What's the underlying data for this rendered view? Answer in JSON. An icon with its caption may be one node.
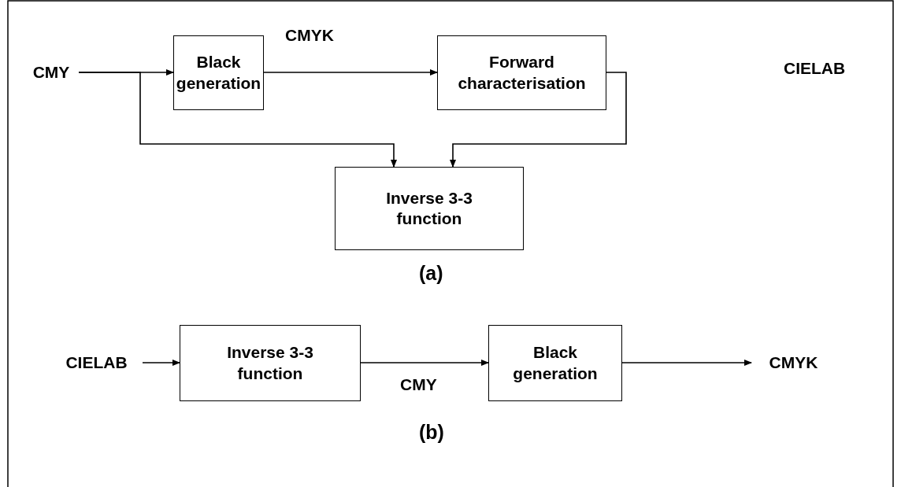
{
  "diagram": {
    "nodes": [
      {
        "text": [
          "CMY"
        ]
      },
      {
        "text": [
          "Black generation"
        ]
      },
      {
        "text": [
          "Forward characterisation"
        ]
      },
      {
        "text": [
          "Inverse 3-3 function"
        ]
      },
      {
        "text": [
          "CIELAB"
        ]
      },
      {
        "text": [
          "Inverse 3-3 function"
        ]
      },
      {
        "text": [
          "Black generation"
        ]
      },
      {
        "text": [
          "CMYK"
        ]
      }
    ],
    "edges": [
      {
        "from": 0,
        "to": 1,
        "arrow": "to"
      },
      {
        "from": 1,
        "to": 2,
        "arrow": "to",
        "label": "CMYK"
      },
      {
        "from": 0,
        "to": 3,
        "arrow": "to"
      },
      {
        "from": 2,
        "to": 3,
        "arrow": "to"
      },
      {
        "from": 4,
        "to": 5,
        "arrow": "to"
      },
      {
        "from": 5,
        "to": 6,
        "arrow": "to",
        "label": "CMY"
      },
      {
        "from": 6,
        "to": 7,
        "arrow": "to"
      }
    ],
    "labels": [
      "CIELAB",
      "(a)",
      "(b)"
    ]
  }
}
